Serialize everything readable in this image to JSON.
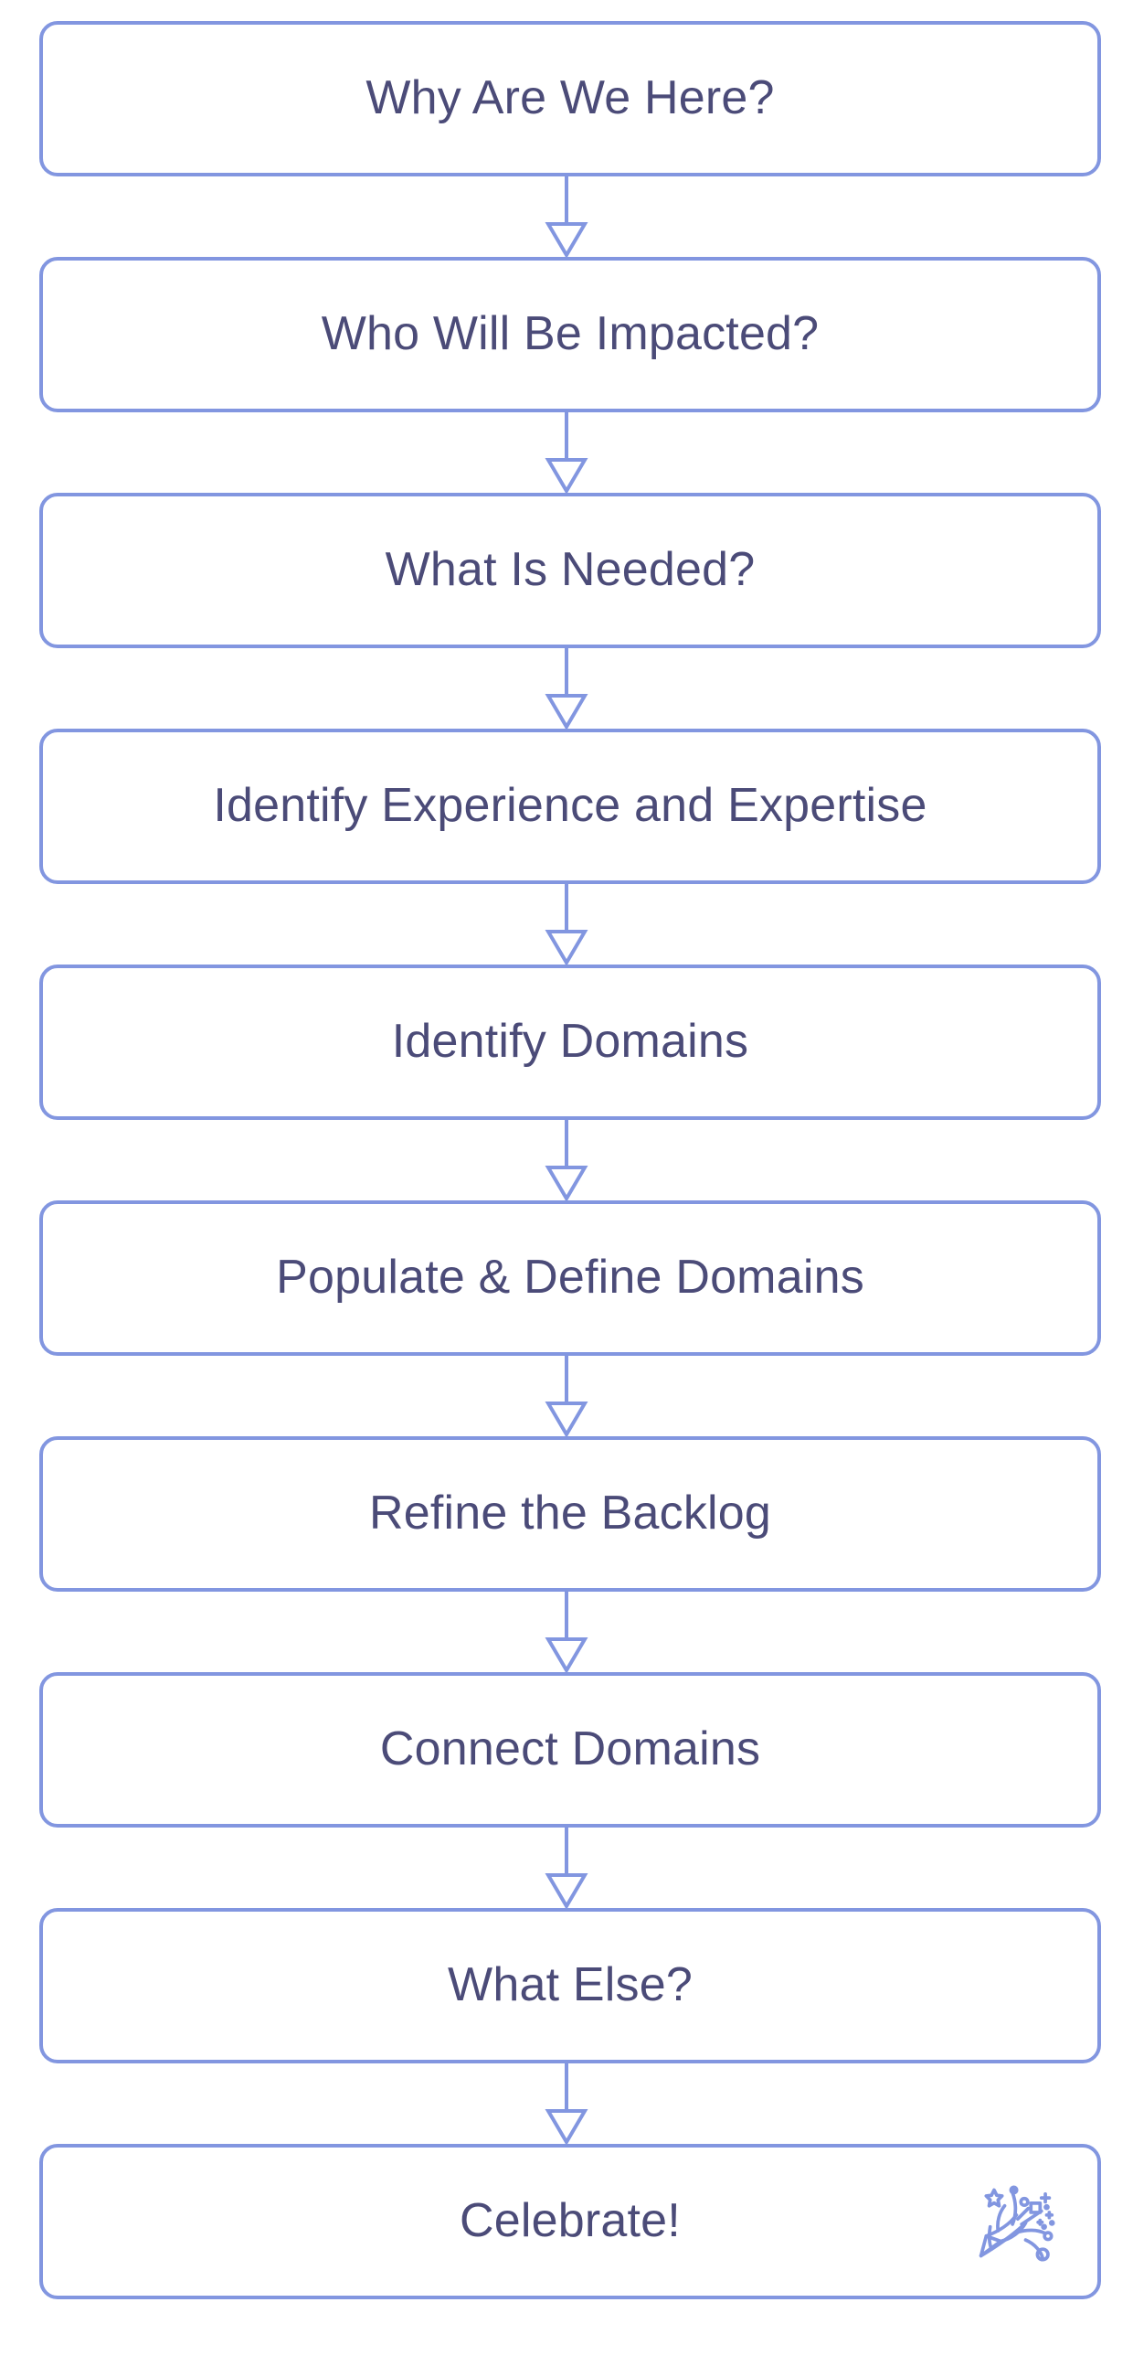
{
  "diagram": {
    "title": "Why Are We Here? workshop flow",
    "type": "flowchart",
    "direction": "top-to-bottom",
    "colors": {
      "node_border": "#8296e0",
      "node_fill": "#ffffff",
      "label_text": "#4b4b78",
      "arrow": "#8296e0",
      "arrowhead_fill": "#ffffff",
      "background": "#ffffff"
    },
    "nodes": [
      {
        "id": "n1",
        "label": "Why Are We Here?"
      },
      {
        "id": "n2",
        "label": "Who Will Be Impacted?"
      },
      {
        "id": "n3",
        "label": "What Is Needed?"
      },
      {
        "id": "n4",
        "label": "Identify Experience and Expertise"
      },
      {
        "id": "n5",
        "label": "Identify Domains"
      },
      {
        "id": "n6",
        "label": "Populate & Define Domains"
      },
      {
        "id": "n7",
        "label": "Refine the Backlog"
      },
      {
        "id": "n8",
        "label": "Connect Domains"
      },
      {
        "id": "n9",
        "label": "What Else?"
      },
      {
        "id": "n10",
        "label": "Celebrate!",
        "emoji": "party-popper-icon"
      }
    ],
    "edges": [
      {
        "from": "n1",
        "to": "n2",
        "label": ""
      },
      {
        "from": "n2",
        "to": "n3",
        "label": ""
      },
      {
        "from": "n3",
        "to": "n4",
        "label": ""
      },
      {
        "from": "n4",
        "to": "n5",
        "label": ""
      },
      {
        "from": "n5",
        "to": "n6",
        "label": ""
      },
      {
        "from": "n6",
        "to": "n7",
        "label": ""
      },
      {
        "from": "n7",
        "to": "n8",
        "label": ""
      },
      {
        "from": "n8",
        "to": "n9",
        "label": ""
      },
      {
        "from": "n9",
        "to": "n10",
        "label": ""
      }
    ]
  }
}
